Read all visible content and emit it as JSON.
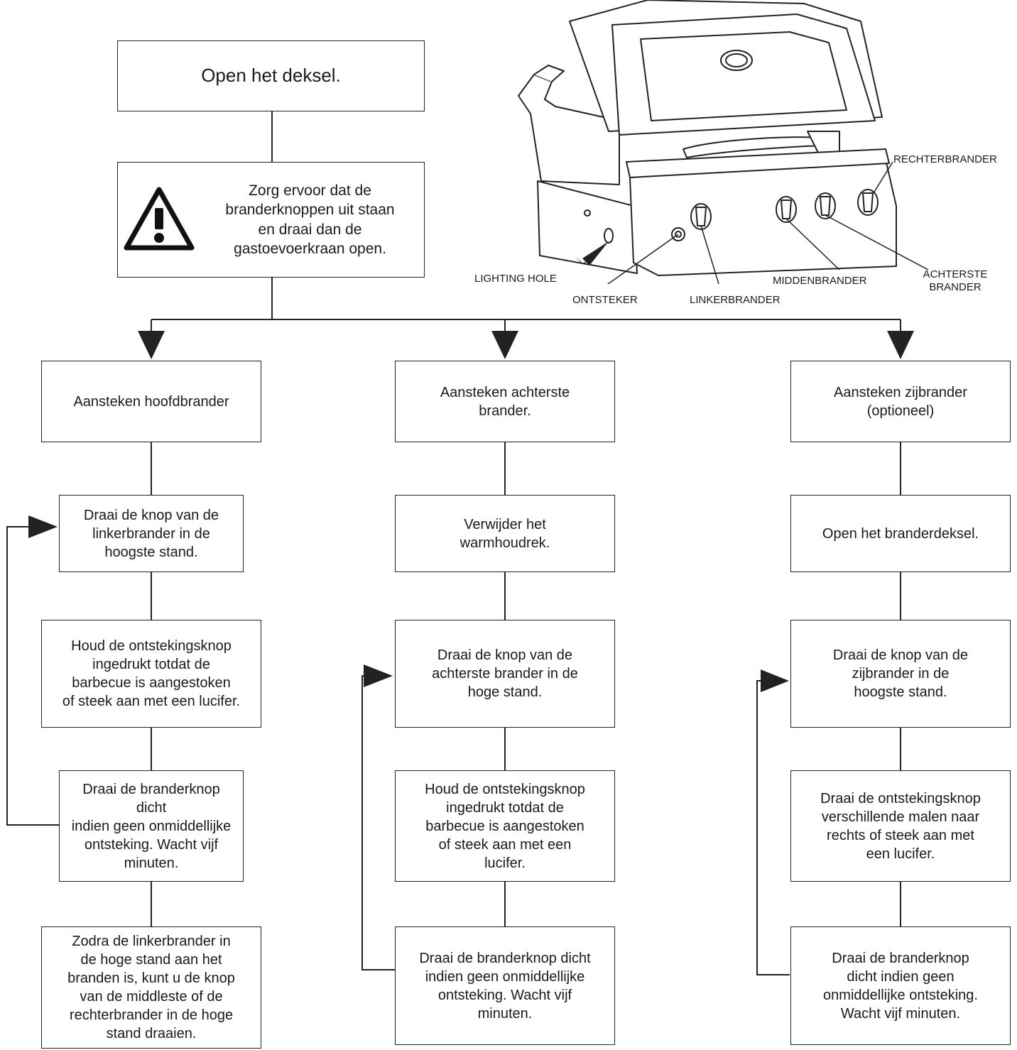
{
  "steps": {
    "open_lid": "Open het deksel.",
    "check_knobs": "Zorg ervoor dat de\nbranderknoppen uit staan\nen draai dan de\ngastoevoerkraan open.",
    "main": {
      "title": "Aansteken hoofdbrander",
      "s1": "Draai de knop van de\nlinkerbrander in de\nhoogste stand.",
      "s2": "Houd de ontstekingsknop\ningedrukt totdat de\nbarbecue is aangestoken\nof steek aan met een lucifer.",
      "s3": "Draai de branderknop dicht\nindien geen onmiddellijke\nontsteking.  Wacht vijf\nminuten.",
      "s4": "Zodra de linkerbrander in\nde hoge stand aan het\nbranden is, kunt u de knop\nvan de middleste of de\nrechterbrander in de hoge\nstand draaien."
    },
    "rear": {
      "title": "Aansteken achterste\nbrander.",
      "s1": "Verwijder het\nwarmhoudrek.",
      "s2": "Draai de knop van de\nachterste brander in de\nhoge stand.",
      "s3": "Houd de ontstekingsknop\ningedrukt totdat de\nbarbecue is aangestoken\nof steek aan met een\nlucifer.",
      "s4": "Draai de branderknop dicht\nindien geen onmiddellijke\nontsteking.  Wacht vijf\nminuten."
    },
    "side": {
      "title": "Aansteken zijbrander\n(optioneel)",
      "s1": "Open het branderdeksel.",
      "s2": "Draai de knop van de\nzijbrander in de\nhoogste stand.",
      "s3": "Draai de ontstekingsknop\nverschillende malen naar\nrechts of steek aan met\neen lucifer.",
      "s4": "Draai de branderknop\ndicht indien geen\nonmiddellijke ontsteking.\nWacht vijf minuten."
    }
  },
  "grill_labels": {
    "right_burner": "RECHTERBRANDER",
    "lighting_hole": "LIGHTING HOLE",
    "igniter": "ONTSTEKER",
    "left_burner": "LINKERBRANDER",
    "middle_burner": "MIDDENBRANDER",
    "rear_burner": "ACHTERSTE\nBRANDER"
  },
  "icons": {
    "warning": "warning-triangle-icon",
    "grill": "grill-illustration"
  }
}
